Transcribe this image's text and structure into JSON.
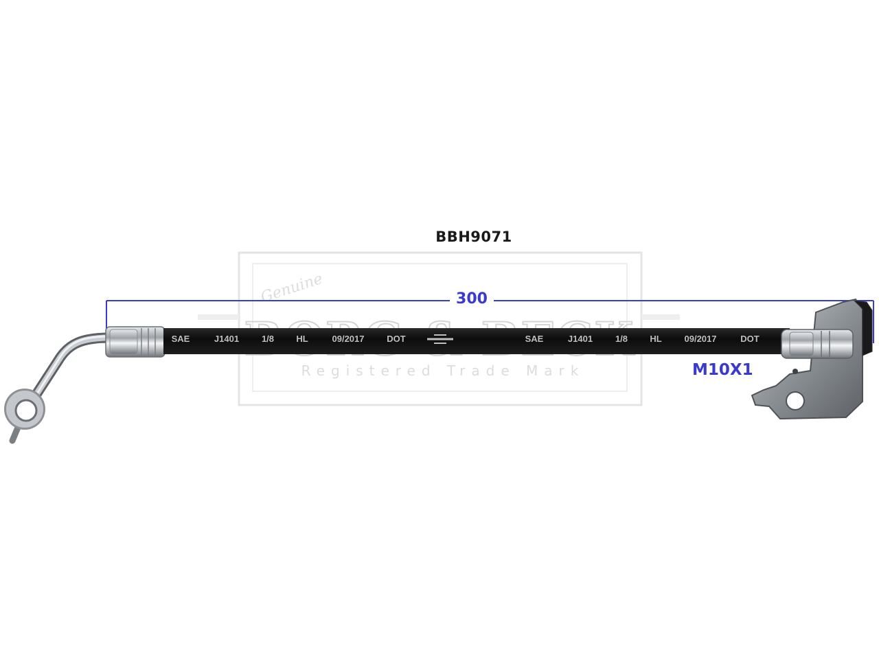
{
  "product": {
    "part_number": "BBH9071",
    "length_dimension": "300",
    "thread_spec": "M10X1"
  },
  "hose_markings": [
    "SAE",
    "J1401",
    "1/8",
    "HL",
    "09/2017",
    "DOT",
    "SAE",
    "J1401",
    "1/8",
    "HL",
    "09/2017",
    "DOT"
  ],
  "watermark": {
    "script_text": "Genuine",
    "brand": "BORG & BECK",
    "tagline": "Registered Trade Mark"
  },
  "colors": {
    "dimension": "#3a3ad0",
    "hose": "#141414",
    "metal": "#b8bcc0",
    "watermark": "#d9d9d9"
  }
}
